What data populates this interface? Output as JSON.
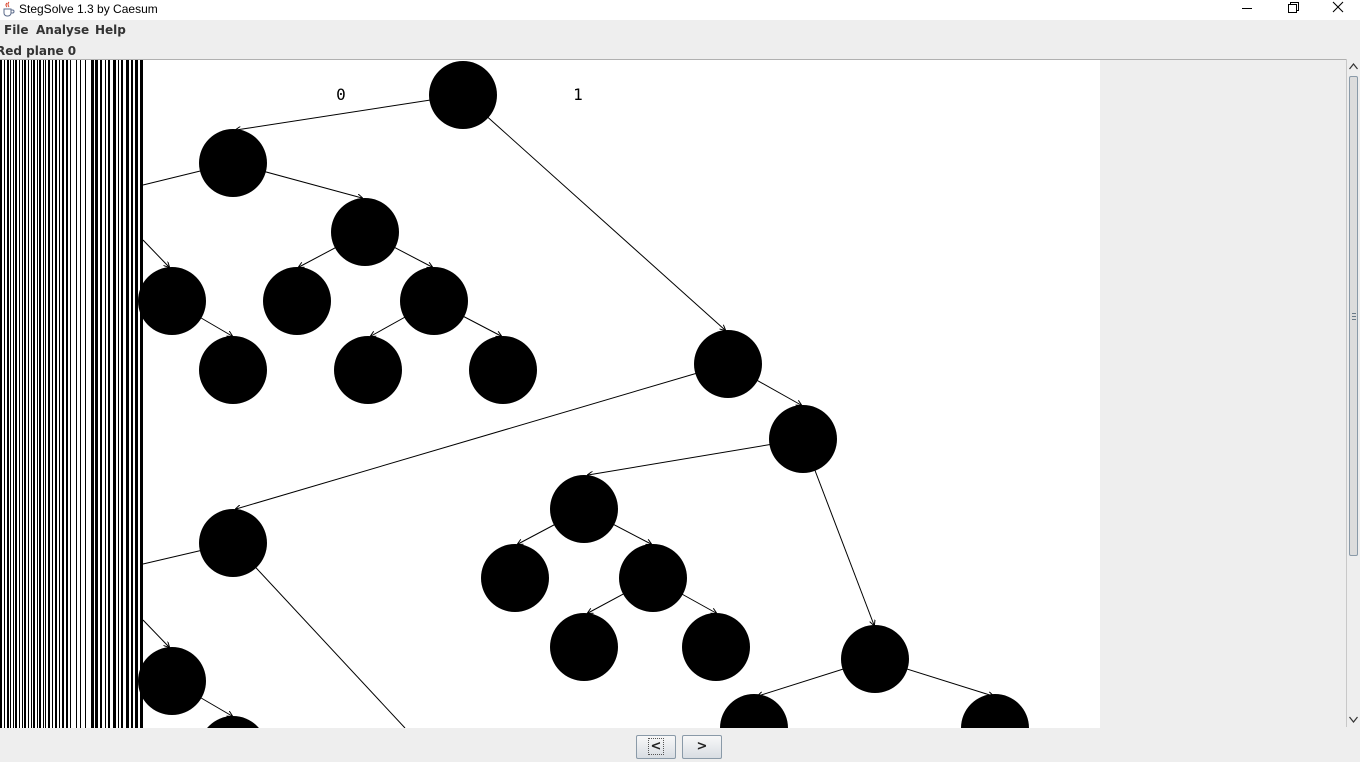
{
  "window": {
    "title": "StegSolve 1.3 by Caesum",
    "app_icon": "java-cup-icon",
    "controls": [
      "minimize-icon",
      "restore-icon",
      "close-icon"
    ]
  },
  "menu": {
    "items": [
      {
        "label": "File"
      },
      {
        "label": "Analyse"
      },
      {
        "label": "Help"
      }
    ]
  },
  "viewer": {
    "plane_label": "Red plane 0",
    "image_labels": {
      "left_branch": "0",
      "right_branch": "1"
    }
  },
  "navigation": {
    "prev_label": "<",
    "next_label": ">"
  },
  "colors": {
    "window_bg": "#eeeeee",
    "image_bg": "#ffffff",
    "ink": "#000000"
  }
}
